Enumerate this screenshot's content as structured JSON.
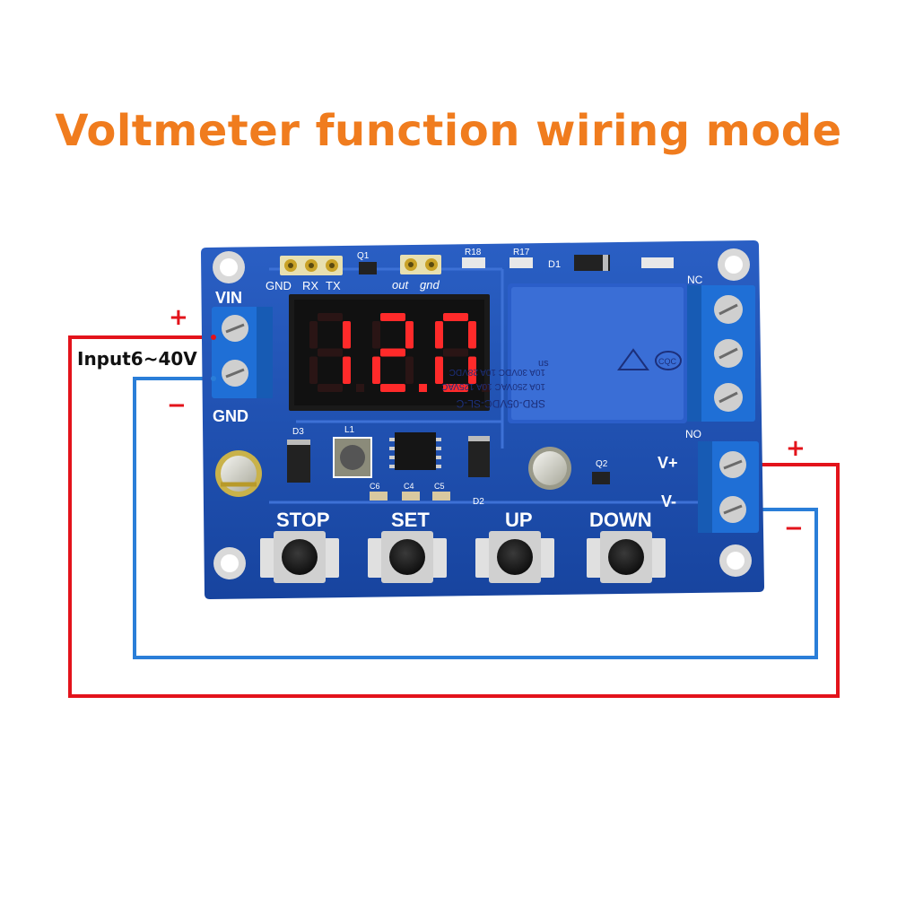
{
  "title": "Voltmeter function wiring mode",
  "colors": {
    "title": "#f07c1e",
    "pcb": "#1d4fb0",
    "wire_positive": "#e3131b",
    "wire_negative": "#2a7ed8",
    "terminal": "#1f6fd6",
    "segment_on": "#ff2a2a",
    "relay": "#2b5ec9"
  },
  "input": {
    "label": "Input6~40V",
    "plus": "+",
    "minus": "−",
    "vin": "VIN",
    "gnd": "GND"
  },
  "output": {
    "plus": "+",
    "minus": "−",
    "vplus": "V+",
    "vminus": "V-",
    "nc": "NC",
    "no": "NO"
  },
  "display": {
    "value": "12.0"
  },
  "header_pins": {
    "gnd": "GND",
    "rx": "RX",
    "tx": "TX",
    "out": "out",
    "gnd2": "gnd"
  },
  "components": {
    "q1": "Q1",
    "r18": "R18",
    "r17": "R17",
    "d1": "D1",
    "d3": "D3",
    "l1": "L1",
    "c4": "C4",
    "c5": "C5",
    "c6": "C6",
    "d2": "D2",
    "q2": "Q2"
  },
  "relay": {
    "model": "SRD-05VDC-SL-C",
    "line1": "10A 250VAC  10A 125VAC",
    "line2": "10A 30VDC  10A 28VDC",
    "mark_us": "us",
    "mark_cqc": "CQC"
  },
  "buttons": {
    "stop": "STOP",
    "set": "SET",
    "up": "UP",
    "down": "DOWN"
  }
}
